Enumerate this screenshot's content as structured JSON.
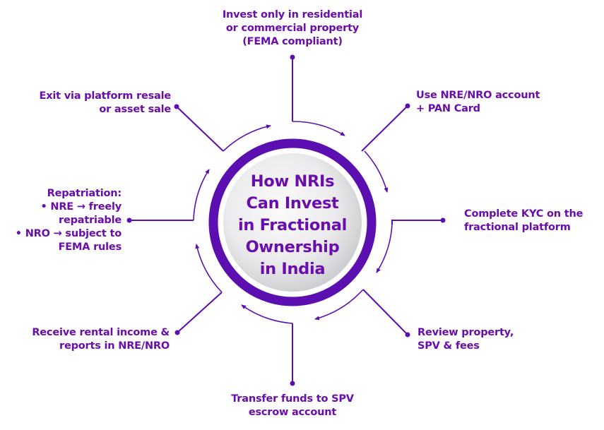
{
  "title": {
    "lines": [
      "How NRIs",
      "Can Invest",
      "in Fractional",
      "Ownership",
      "in India"
    ]
  },
  "colors": {
    "primary": "#5b0fb0",
    "text": "#6a0dad",
    "disc_light": "#f6f6f7",
    "disc_dark": "#cfd0d3"
  },
  "steps": [
    {
      "position": "top",
      "lines": [
        "Invest only in residential",
        "or commercial property",
        "(FEMA compliant)"
      ]
    },
    {
      "position": "top-right",
      "lines": [
        "Use NRE/NRO account",
        "+ PAN Card"
      ]
    },
    {
      "position": "right",
      "lines": [
        "Complete KYC on the",
        "fractional platform"
      ]
    },
    {
      "position": "bottom-right",
      "lines": [
        "Review property,",
        "SPV & fees"
      ]
    },
    {
      "position": "bottom",
      "lines": [
        "Transfer funds to SPV",
        "escrow account"
      ]
    },
    {
      "position": "bottom-left",
      "lines": [
        "Receive rental income &",
        "reports in NRE/NRO"
      ]
    },
    {
      "position": "left",
      "lines": [
        "Repatriation:",
        "• NRE → freely",
        "repatriable",
        "• NRO → subject to",
        "FEMA rules"
      ]
    },
    {
      "position": "top-left",
      "lines": [
        "Exit via platform resale",
        "or asset sale"
      ]
    }
  ]
}
